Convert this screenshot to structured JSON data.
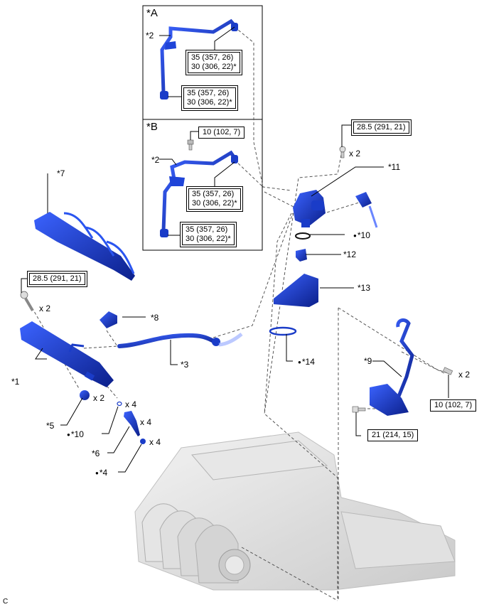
{
  "figure_code": "C",
  "insets": [
    {
      "label": "*A",
      "part_label": "*2",
      "torques": [
        [
          "35 (357, 26)",
          "30 (306, 22)*"
        ],
        [
          "35 (357, 26)",
          "30 (306, 22)*"
        ]
      ]
    },
    {
      "label": "*B",
      "part_label": "*2",
      "bolt_torque": "10 (102, 7)",
      "torques": [
        [
          "35 (357, 26)",
          "30 (306, 22)*"
        ],
        [
          "35 (357, 26)",
          "30 (306, 22)*"
        ]
      ]
    }
  ],
  "callouts": {
    "c1": "*1",
    "c3": "*3",
    "c4": "*4",
    "c5": "*5",
    "c6": "*6",
    "c7": "*7",
    "c8": "*8",
    "c9": "*9",
    "c10a": "*10",
    "c10b": "*10",
    "c11": "*11",
    "c12": "*12",
    "c13": "*13",
    "c14": "*14"
  },
  "quantities": {
    "pump_bolt": "x 2",
    "rail_bolt": "x 2",
    "insulator": "x 2",
    "oring": "x 4",
    "injector": "x 4",
    "seal": "x 4",
    "bracket_bolt": "x 2"
  },
  "torque_specs": {
    "pump_bolt": "28.5 (291, 21)",
    "rail_bolt": "28.5 (291, 21)",
    "bracket_bolt": "10 (102, 7)",
    "bracket_lower_bolt": "21 (214, 15)"
  },
  "colors": {
    "part_blue": "#1a3cc8",
    "part_dark": "#0b1f8a",
    "engine_gray": "#d9d9d9",
    "line": "#000000"
  }
}
